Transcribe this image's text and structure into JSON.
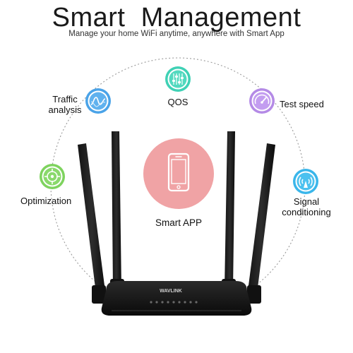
{
  "header": {
    "title": "Smart  Management",
    "subtitle": "Manage your home WiFi anytime, anywhere with Smart App"
  },
  "features": {
    "traffic_line1": "Traffic",
    "traffic_line2": "analysis",
    "qos": "QOS",
    "test_speed": "Test speed",
    "optimization": "Optimization",
    "signal_line1": "Signal",
    "signal_line2": "conditioning"
  },
  "center": {
    "label": "Smart APP"
  },
  "router": {
    "brand": "WAVLINK"
  },
  "colors": {
    "ring": "#9a9a9a",
    "app_badge": "#f0a3a5",
    "traffic_icon": "#4aa3e8",
    "qos_icon": "#3fd1b5",
    "speed_icon": "#b48ae6",
    "optimization_icon": "#7ed35e",
    "signal_icon": "#3ab6ea"
  },
  "icons": {
    "traffic": "wave-chart-icon",
    "qos": "equalizer-sliders-icon",
    "speed": "speedometer-icon",
    "optimization": "crosshair-target-icon",
    "signal": "wifi-antenna-icon",
    "app": "smartphone-icon"
  }
}
